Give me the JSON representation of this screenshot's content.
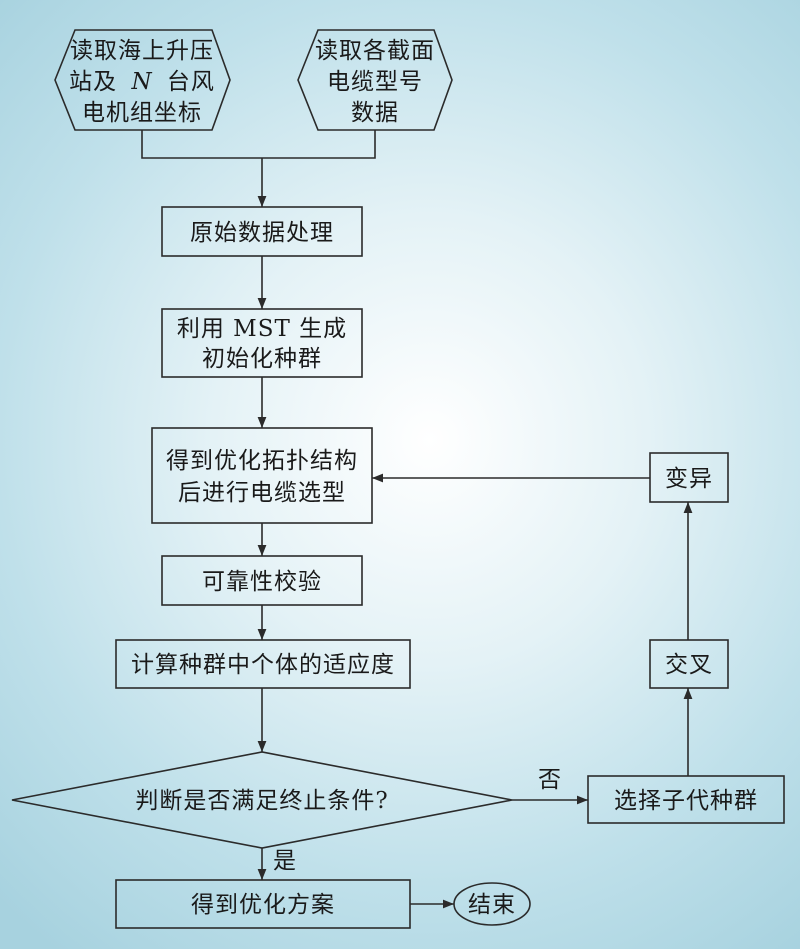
{
  "colors": {
    "stroke": "#2b2b2b",
    "text": "#1a1a1a",
    "background_center": "#ffffff",
    "background_edge": "#a7d2df"
  },
  "nodes": {
    "read_coordinates": {
      "line1": "读取海上升压",
      "line2_pre": "站及",
      "line2_var": "N",
      "line2_post": "台风",
      "line3": "电机组坐标"
    },
    "read_cables": {
      "line1": "读取各截面",
      "line2": "电缆型号",
      "line3": "数据"
    },
    "preprocess": "原始数据处理",
    "init_population": {
      "line1": "利用 MST 生成",
      "line2": "初始化种群"
    },
    "topology_cable": {
      "line1": "得到优化拓扑结构",
      "line2": "后进行电缆选型"
    },
    "reliability": "可靠性校验",
    "fitness": "计算种群中个体的适应度",
    "decision": "判断是否满足终止条件?",
    "select": "选择子代种群",
    "crossover": "交叉",
    "mutation": "变异",
    "result": "得到优化方案",
    "end": "结束"
  },
  "edge_labels": {
    "no": "否",
    "yes": "是"
  }
}
